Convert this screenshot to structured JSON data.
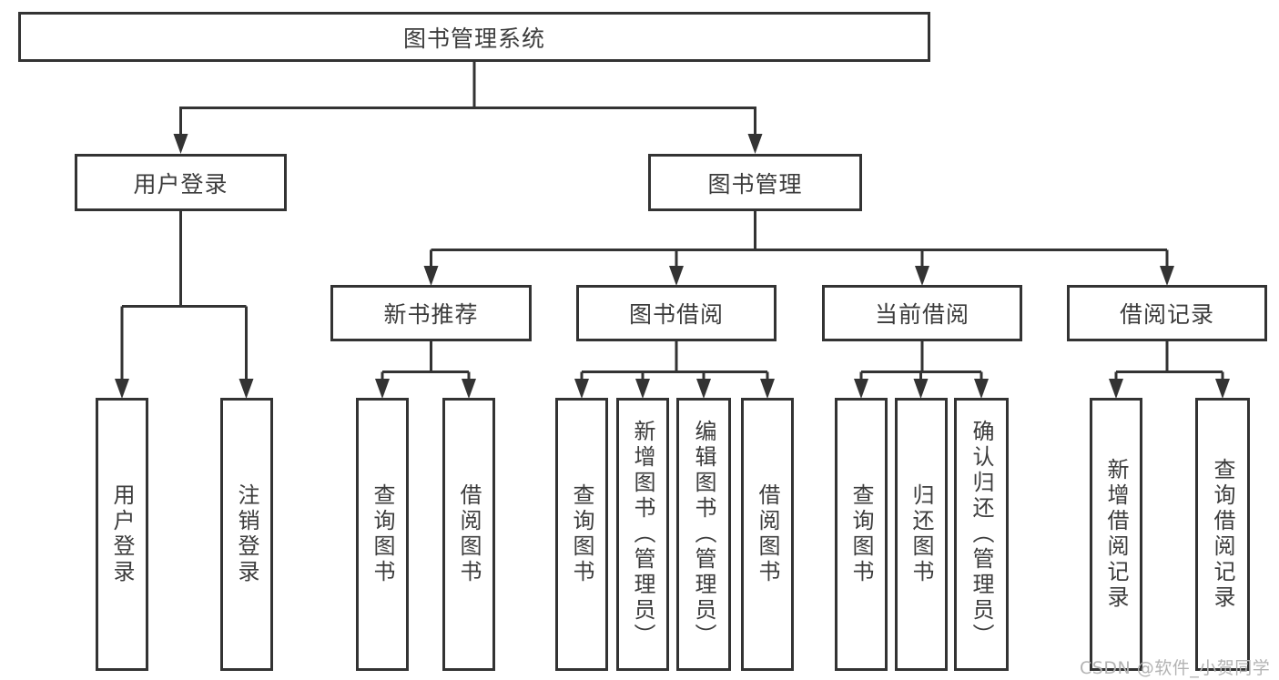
{
  "diagram": {
    "root": {
      "label": "图书管理系统"
    },
    "level2": [
      {
        "label": "用户登录"
      },
      {
        "label": "图书管理"
      }
    ],
    "level3": [
      {
        "label": "新书推荐"
      },
      {
        "label": "图书借阅"
      },
      {
        "label": "当前借阅"
      },
      {
        "label": "借阅记录"
      }
    ],
    "leaves": [
      {
        "label": "用户登录",
        "parent": "用户登录"
      },
      {
        "label": "注销登录",
        "parent": "用户登录"
      },
      {
        "label": "查询图书",
        "parent": "新书推荐"
      },
      {
        "label": "借阅图书",
        "parent": "新书推荐"
      },
      {
        "label": "查询图书",
        "parent": "图书借阅"
      },
      {
        "label": "新增图书（管理员）",
        "parent": "图书借阅"
      },
      {
        "label": "编辑图书（管理员）",
        "parent": "图书借阅"
      },
      {
        "label": "借阅图书",
        "parent": "图书借阅"
      },
      {
        "label": "查询图书",
        "parent": "当前借阅"
      },
      {
        "label": "归还图书",
        "parent": "当前借阅"
      },
      {
        "label": "确认归还（管理员）",
        "parent": "当前借阅"
      },
      {
        "label": "新增借阅记录",
        "parent": "借阅记录"
      },
      {
        "label": "查询借阅记录",
        "parent": "借阅记录"
      }
    ]
  },
  "watermark": "CSDN @软件_小贺同学",
  "colors": {
    "line": "#333333",
    "text": "#3c3c3c",
    "watermark": "#b3b3b3",
    "background": "#ffffff"
  }
}
